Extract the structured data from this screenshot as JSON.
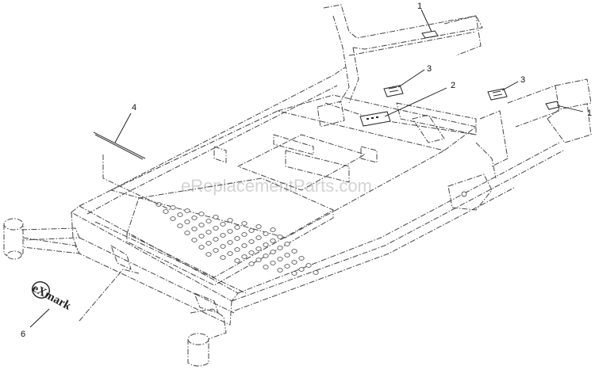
{
  "watermark": "eReplacementParts.com",
  "logo_text": "eXmark",
  "callouts": [
    {
      "id": "c1-left",
      "label": "1"
    },
    {
      "id": "c1-right",
      "label": "1"
    },
    {
      "id": "c2",
      "label": "2"
    },
    {
      "id": "c3-left",
      "label": "3"
    },
    {
      "id": "c3-right",
      "label": "3"
    },
    {
      "id": "c4",
      "label": "4"
    },
    {
      "id": "c6",
      "label": "6"
    }
  ]
}
